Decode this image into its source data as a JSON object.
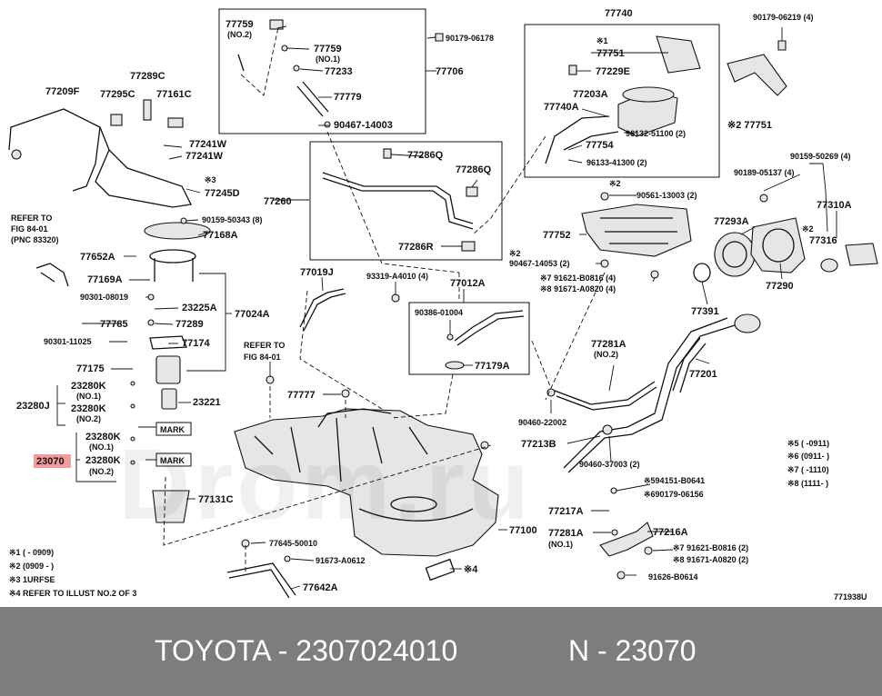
{
  "labels": {
    "l77759a": "77759",
    "l77759a_n": "(NO.2)",
    "l77759b": "77759",
    "l77759b_n": "(NO.1)",
    "l77233": "77233",
    "l77779": "77779",
    "l90467": "90467-14003",
    "l90179a": "90179-06178",
    "l77706": "77706",
    "l77740": "77740",
    "l77751a": "77751",
    "l77229e": "77229E",
    "l77203a": "77203A",
    "l77740a": "77740A",
    "l96132": "96132-51100 (2)",
    "l77754": "77754",
    "l96133": "96133-41300 (2)",
    "l90179b": "90179-06219 (4)",
    "l77751b": "77751",
    "l77289c": "77289C",
    "l77209f": "77209F",
    "l77295c": "77295C",
    "l77161c": "77161C",
    "l77241w1": "77241W",
    "l77241w2": "77241W",
    "l77245d": "77245D",
    "l90159a": "90159-50343 (8)",
    "l77168a": "77168A",
    "ref1": "REFER TO",
    "ref2": "FIG 84-01",
    "ref3": "(PNC 83320)",
    "l77652a": "77652A",
    "l77169a": "77169A",
    "l90301a": "90301-08019",
    "l23225a": "23225A",
    "l77024a": "77024A",
    "l77785": "77785",
    "l77289": "77289",
    "l90301b": "90301-11025",
    "l77174": "77174",
    "l77175": "77175",
    "l23221": "23221",
    "l23280k1": "23280K",
    "l23280k1n": "(NO.1)",
    "l23280j": "23280J",
    "l23280k2": "23280K",
    "l23280k2n": "(NO.2)",
    "mark1": "MARK",
    "l23280k3": "23280K",
    "l23280k3n": "(NO.1)",
    "l23070": "23070",
    "l23280k4": "23280K",
    "l23280k4n": "(NO.2)",
    "mark2": "MARK",
    "l77131c": "77131C",
    "l77260": "77260",
    "l77286q1": "77286Q",
    "l77286q2": "77286Q",
    "l77286r": "77286R",
    "l77019j": "77019J",
    "l93319": "93319-A4010 (4)",
    "l77012a": "77012A",
    "l90386": "90386-01004",
    "l77179a": "77179A",
    "ref4": "REFER TO",
    "ref5": "FIG 84-01",
    "l77777": "77777",
    "l90561": "90561-13003 (2)",
    "l77752": "77752",
    "l90467b": "90467-14053 (2)",
    "l91621a": "91621-B0816 (4)",
    "l91671a": "91671-A0820 (4)",
    "l90159b": "90159-50269 (4)",
    "l90189": "90189-05137 (4)",
    "l77310a": "77310A",
    "l77293a": "77293A",
    "l77316": "77316",
    "l77290": "77290",
    "l77391": "77391",
    "l77281a1": "77281A",
    "l77281a1n": "(NO.2)",
    "l77201": "77201",
    "l90460a": "90460-22002",
    "l77213b": "77213B",
    "l90460b": "90460-37003 (2)",
    "l594151": "594151-B0641",
    "l690179": "690179-06156",
    "l77217a": "77217A",
    "l77281a2": "77281A",
    "l77281a2n": "(NO.1)",
    "l77216a": "77216A",
    "l91621b": "91621-B0816 (2)",
    "l91671b": "91671-A0820 (2)",
    "l91626": "91626-B0614",
    "l77100": "77100",
    "l77645": "77645-50010",
    "l91673": "91673-A0612",
    "l77642a": "77642A",
    "l4": "4",
    "x5": "5 (     -0911)",
    "x6": "6 (0911-     )",
    "x7": "7 (     -1110)",
    "x8": "8 (1111-     )",
    "fn1": "1 (      - 0909)",
    "fn2": "2 (0909 -        )",
    "fn3": "3 1URFSE",
    "fn4": "4 REFER TO ILLUST NO.2 OF 3",
    "s2a": "2",
    "s1a": "1",
    "s2b": "2",
    "s3a": "3",
    "s2c": "2",
    "s2d": "2",
    "s2e": "2",
    "s7a": "7",
    "s8a": "8",
    "s5": "5",
    "s6": "6",
    "s7b": "7",
    "s8b": "8",
    "code": "771938U",
    "watermark": "Drom.ru"
  },
  "footer": {
    "part_number": "TOYOTA - 2307024010",
    "ref_number": "N - 23070"
  },
  "colors": {
    "highlight": "#f29b9b",
    "footer_bg": "#7d7d7d"
  }
}
